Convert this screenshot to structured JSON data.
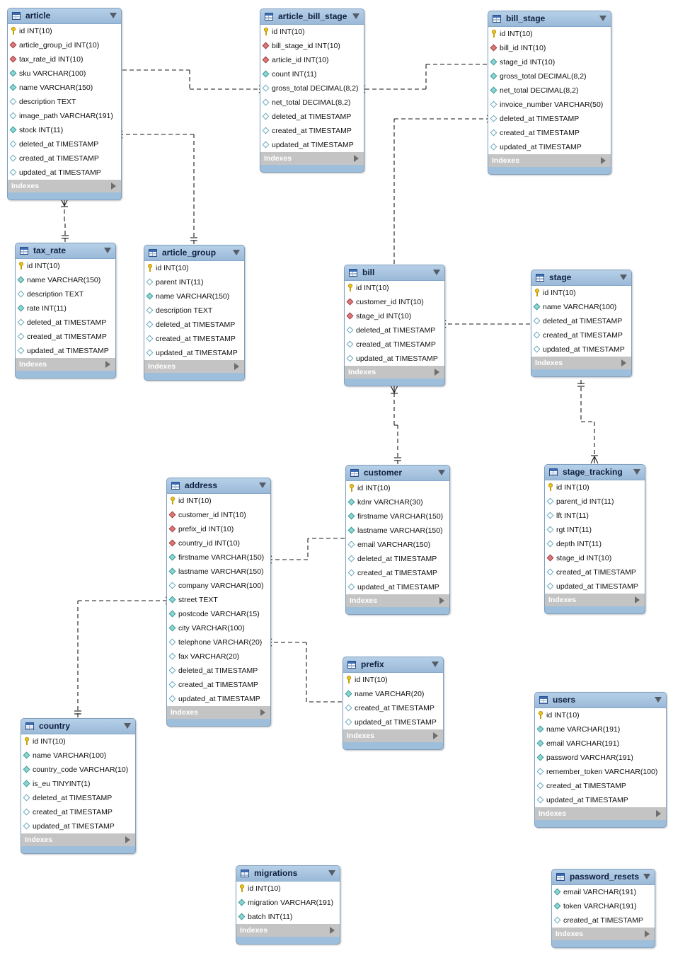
{
  "indexes_label": "Indexes",
  "tables": [
    {
      "key": "article",
      "name": "article",
      "cols": [
        {
          "t": "pk",
          "text": "id INT(10)"
        },
        {
          "t": "fk",
          "text": "article_group_id INT(10)"
        },
        {
          "t": "fk",
          "text": "tax_rate_id INT(10)"
        },
        {
          "t": "nn",
          "text": "sku VARCHAR(100)"
        },
        {
          "t": "nn",
          "text": "name VARCHAR(150)"
        },
        {
          "t": "nul",
          "text": "description TEXT"
        },
        {
          "t": "nul",
          "text": "image_path VARCHAR(191)"
        },
        {
          "t": "nn",
          "text": "stock INT(11)"
        },
        {
          "t": "nul",
          "text": "deleted_at TIMESTAMP"
        },
        {
          "t": "nul",
          "text": "created_at TIMESTAMP"
        },
        {
          "t": "nul",
          "text": "updated_at TIMESTAMP"
        }
      ]
    },
    {
      "key": "article_bill_stage",
      "name": "article_bill_stage",
      "cols": [
        {
          "t": "pk",
          "text": "id INT(10)"
        },
        {
          "t": "fk",
          "text": "bill_stage_id INT(10)"
        },
        {
          "t": "fk",
          "text": "article_id INT(10)"
        },
        {
          "t": "nn",
          "text": "count INT(11)"
        },
        {
          "t": "nul",
          "text": "gross_total DECIMAL(8,2)"
        },
        {
          "t": "nul",
          "text": "net_total DECIMAL(8,2)"
        },
        {
          "t": "nul",
          "text": "deleted_at TIMESTAMP"
        },
        {
          "t": "nul",
          "text": "created_at TIMESTAMP"
        },
        {
          "t": "nul",
          "text": "updated_at TIMESTAMP"
        }
      ]
    },
    {
      "key": "bill_stage",
      "name": "bill_stage",
      "cols": [
        {
          "t": "pk",
          "text": "id INT(10)"
        },
        {
          "t": "fk",
          "text": "bill_id INT(10)"
        },
        {
          "t": "nn",
          "text": "stage_id INT(10)"
        },
        {
          "t": "nn",
          "text": "gross_total DECIMAL(8,2)"
        },
        {
          "t": "nn",
          "text": "net_total DECIMAL(8,2)"
        },
        {
          "t": "nul",
          "text": "invoice_number VARCHAR(50)"
        },
        {
          "t": "nul",
          "text": "deleted_at TIMESTAMP"
        },
        {
          "t": "nul",
          "text": "created_at TIMESTAMP"
        },
        {
          "t": "nul",
          "text": "updated_at TIMESTAMP"
        }
      ]
    },
    {
      "key": "tax_rate",
      "name": "tax_rate",
      "cols": [
        {
          "t": "pk",
          "text": "id INT(10)"
        },
        {
          "t": "nn",
          "text": "name VARCHAR(150)"
        },
        {
          "t": "nul",
          "text": "description TEXT"
        },
        {
          "t": "nn",
          "text": "rate INT(11)"
        },
        {
          "t": "nul",
          "text": "deleted_at TIMESTAMP"
        },
        {
          "t": "nul",
          "text": "created_at TIMESTAMP"
        },
        {
          "t": "nul",
          "text": "updated_at TIMESTAMP"
        }
      ]
    },
    {
      "key": "article_group",
      "name": "article_group",
      "cols": [
        {
          "t": "pk",
          "text": "id INT(10)"
        },
        {
          "t": "nul",
          "text": "parent INT(11)"
        },
        {
          "t": "nn",
          "text": "name VARCHAR(150)"
        },
        {
          "t": "nul",
          "text": "description TEXT"
        },
        {
          "t": "nul",
          "text": "deleted_at TIMESTAMP"
        },
        {
          "t": "nul",
          "text": "created_at TIMESTAMP"
        },
        {
          "t": "nul",
          "text": "updated_at TIMESTAMP"
        }
      ]
    },
    {
      "key": "bill",
      "name": "bill",
      "cols": [
        {
          "t": "pk",
          "text": "id INT(10)"
        },
        {
          "t": "fk",
          "text": "customer_id INT(10)"
        },
        {
          "t": "fk",
          "text": "stage_id INT(10)"
        },
        {
          "t": "nul",
          "text": "deleted_at TIMESTAMP"
        },
        {
          "t": "nul",
          "text": "created_at TIMESTAMP"
        },
        {
          "t": "nul",
          "text": "updated_at TIMESTAMP"
        }
      ]
    },
    {
      "key": "stage",
      "name": "stage",
      "cols": [
        {
          "t": "pk",
          "text": "id INT(10)"
        },
        {
          "t": "nn",
          "text": "name VARCHAR(100)"
        },
        {
          "t": "nul",
          "text": "deleted_at TIMESTAMP"
        },
        {
          "t": "nul",
          "text": "created_at TIMESTAMP"
        },
        {
          "t": "nul",
          "text": "updated_at TIMESTAMP"
        }
      ]
    },
    {
      "key": "customer",
      "name": "customer",
      "cols": [
        {
          "t": "pk",
          "text": "id INT(10)"
        },
        {
          "t": "nn",
          "text": "kdnr VARCHAR(30)"
        },
        {
          "t": "nn",
          "text": "firstname VARCHAR(150)"
        },
        {
          "t": "nn",
          "text": "lastname VARCHAR(150)"
        },
        {
          "t": "nul",
          "text": "email VARCHAR(150)"
        },
        {
          "t": "nul",
          "text": "deleted_at TIMESTAMP"
        },
        {
          "t": "nul",
          "text": "created_at TIMESTAMP"
        },
        {
          "t": "nul",
          "text": "updated_at TIMESTAMP"
        }
      ]
    },
    {
      "key": "address",
      "name": "address",
      "cols": [
        {
          "t": "pk",
          "text": "id INT(10)"
        },
        {
          "t": "fk",
          "text": "customer_id INT(10)"
        },
        {
          "t": "fk",
          "text": "prefix_id INT(10)"
        },
        {
          "t": "fk",
          "text": "country_id INT(10)"
        },
        {
          "t": "nn",
          "text": "firstname VARCHAR(150)"
        },
        {
          "t": "nn",
          "text": "lastname VARCHAR(150)"
        },
        {
          "t": "nul",
          "text": "company VARCHAR(100)"
        },
        {
          "t": "nn",
          "text": "street TEXT"
        },
        {
          "t": "nn",
          "text": "postcode VARCHAR(15)"
        },
        {
          "t": "nn",
          "text": "city VARCHAR(100)"
        },
        {
          "t": "nul",
          "text": "telephone VARCHAR(20)"
        },
        {
          "t": "nul",
          "text": "fax VARCHAR(20)"
        },
        {
          "t": "nul",
          "text": "deleted_at TIMESTAMP"
        },
        {
          "t": "nul",
          "text": "created_at TIMESTAMP"
        },
        {
          "t": "nul",
          "text": "updated_at TIMESTAMP"
        }
      ]
    },
    {
      "key": "stage_tracking",
      "name": "stage_tracking",
      "cols": [
        {
          "t": "pk",
          "text": "id INT(10)"
        },
        {
          "t": "nul",
          "text": "parent_id INT(11)"
        },
        {
          "t": "nul",
          "text": "lft INT(11)"
        },
        {
          "t": "nul",
          "text": "rgt INT(11)"
        },
        {
          "t": "nul",
          "text": "depth INT(11)"
        },
        {
          "t": "fk",
          "text": "stage_id INT(10)"
        },
        {
          "t": "nul",
          "text": "created_at TIMESTAMP"
        },
        {
          "t": "nul",
          "text": "updated_at TIMESTAMP"
        }
      ]
    },
    {
      "key": "prefix",
      "name": "prefix",
      "cols": [
        {
          "t": "pk",
          "text": "id INT(10)"
        },
        {
          "t": "nn",
          "text": "name VARCHAR(20)"
        },
        {
          "t": "nul",
          "text": "created_at TIMESTAMP"
        },
        {
          "t": "nul",
          "text": "updated_at TIMESTAMP"
        }
      ]
    },
    {
      "key": "users",
      "name": "users",
      "cols": [
        {
          "t": "pk",
          "text": "id INT(10)"
        },
        {
          "t": "nn",
          "text": "name VARCHAR(191)"
        },
        {
          "t": "nn",
          "text": "email VARCHAR(191)"
        },
        {
          "t": "nn",
          "text": "password VARCHAR(191)"
        },
        {
          "t": "nul",
          "text": "remember_token VARCHAR(100)"
        },
        {
          "t": "nul",
          "text": "created_at TIMESTAMP"
        },
        {
          "t": "nul",
          "text": "updated_at TIMESTAMP"
        }
      ]
    },
    {
      "key": "country",
      "name": "country",
      "cols": [
        {
          "t": "pk",
          "text": "id INT(10)"
        },
        {
          "t": "nn",
          "text": "name VARCHAR(100)"
        },
        {
          "t": "nn",
          "text": "country_code VARCHAR(10)"
        },
        {
          "t": "nn",
          "text": "is_eu TINYINT(1)"
        },
        {
          "t": "nul",
          "text": "deleted_at TIMESTAMP"
        },
        {
          "t": "nul",
          "text": "created_at TIMESTAMP"
        },
        {
          "t": "nul",
          "text": "updated_at TIMESTAMP"
        }
      ]
    },
    {
      "key": "migrations",
      "name": "migrations",
      "cols": [
        {
          "t": "pk",
          "text": "id INT(10)"
        },
        {
          "t": "nn",
          "text": "migration VARCHAR(191)"
        },
        {
          "t": "nn",
          "text": "batch INT(11)"
        }
      ]
    },
    {
      "key": "password_resets",
      "name": "password_resets",
      "cols": [
        {
          "t": "nn",
          "text": "email VARCHAR(191)"
        },
        {
          "t": "nn",
          "text": "token VARCHAR(191)"
        },
        {
          "t": "nul",
          "text": "created_at TIMESTAMP"
        }
      ]
    }
  ],
  "relationships": [
    {
      "from": "article",
      "to": "article_bill_stage",
      "from_end": "one",
      "to_end": "many"
    },
    {
      "from": "bill_stage",
      "to": "article_bill_stage",
      "from_end": "one",
      "to_end": "many"
    },
    {
      "from": "article_group",
      "to": "article",
      "from_end": "one",
      "to_end": "many"
    },
    {
      "from": "tax_rate",
      "to": "article",
      "from_end": "one",
      "to_end": "many"
    },
    {
      "from": "bill",
      "to": "bill_stage",
      "from_end": "one",
      "to_end": "many"
    },
    {
      "from": "stage",
      "to": "bill",
      "from_end": "one",
      "to_end": "many"
    },
    {
      "from": "customer",
      "to": "bill",
      "from_end": "one",
      "to_end": "many"
    },
    {
      "from": "stage",
      "to": "stage_tracking",
      "from_end": "one",
      "to_end": "many"
    },
    {
      "from": "customer",
      "to": "address",
      "from_end": "one",
      "to_end": "many"
    },
    {
      "from": "country",
      "to": "address",
      "from_end": "one",
      "to_end": "many"
    },
    {
      "from": "prefix",
      "to": "address",
      "from_end": "one",
      "to_end": "many"
    }
  ]
}
